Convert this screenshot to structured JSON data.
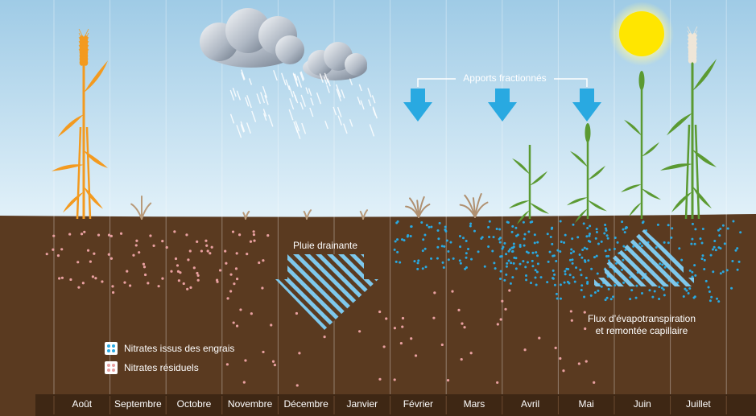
{
  "labels": {
    "apports": "Apports fractionnés",
    "pluie": "Pluie drainante",
    "flux_line1": "Flux d’évapotranspiration",
    "flux_line2": "et remontée capillaire"
  },
  "legend": [
    {
      "label": "Nitrates issus des engrais",
      "color": "#29a9e1"
    },
    {
      "label": "Nitrates résiduels",
      "color": "#e9a0a0"
    }
  ],
  "months": [
    "Août",
    "Septembre",
    "Octobre",
    "Novembre",
    "Décembre",
    "Janvier",
    "Février",
    "Mars",
    "Avril",
    "Mai",
    "Juin",
    "Juillet"
  ],
  "colors": {
    "sky_top": "#9fcbe6",
    "sky_bottom": "#e2f1f9",
    "soil": "#5a3a20",
    "timeline": "#3e2714",
    "fertilizer_arrow": "#29a9e1",
    "stripe": "#7ec8ec",
    "sun": "#ffe600",
    "mature_wheat": "#f39a1f",
    "young_wheat": "#5b9a32"
  },
  "icons": [
    "cloud-icon",
    "rain-icon",
    "sun-icon",
    "arrow-down-icon",
    "wheat-plant-icon"
  ]
}
